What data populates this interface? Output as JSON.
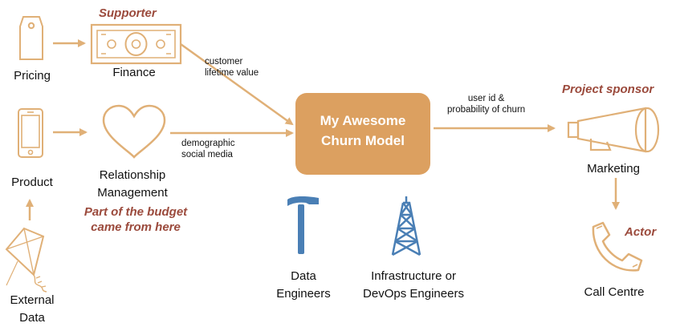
{
  "colors": {
    "accent": "#dca060",
    "stroke": "#e0b077",
    "role_text": "#9b4a3c",
    "tool_blue": "#4a7fb5"
  },
  "model": {
    "label": "My Awesome\nChurn Model"
  },
  "nodes": {
    "pricing": {
      "label": "Pricing",
      "icon": "price-tag-icon"
    },
    "finance": {
      "label": "Finance",
      "icon": "banknote-icon"
    },
    "product": {
      "label": "Product",
      "icon": "smartphone-icon"
    },
    "relationship": {
      "label": "Relationship\nManagement",
      "icon": "heart-icon"
    },
    "external": {
      "label": "External\nData",
      "icon": "kite-icon"
    },
    "marketing": {
      "label": "Marketing",
      "icon": "megaphone-icon"
    },
    "callcentre": {
      "label": "Call Centre",
      "icon": "phone-icon"
    },
    "data_eng": {
      "label": "Data\nEngineers",
      "icon": "hammer-icon"
    },
    "infra_eng": {
      "label": "Infrastructure or\nDevOps Engineers",
      "icon": "tower-icon"
    }
  },
  "edges": {
    "customer_ltv": "customer\nlifetime value",
    "demographic": "demographic\nsocial media",
    "churn_out": "user id &\nprobability of churn"
  },
  "roles": {
    "supporter": "Supporter",
    "sponsor": "Project sponsor",
    "actor": "Actor",
    "budget": "Part of the budget\ncame from here"
  }
}
